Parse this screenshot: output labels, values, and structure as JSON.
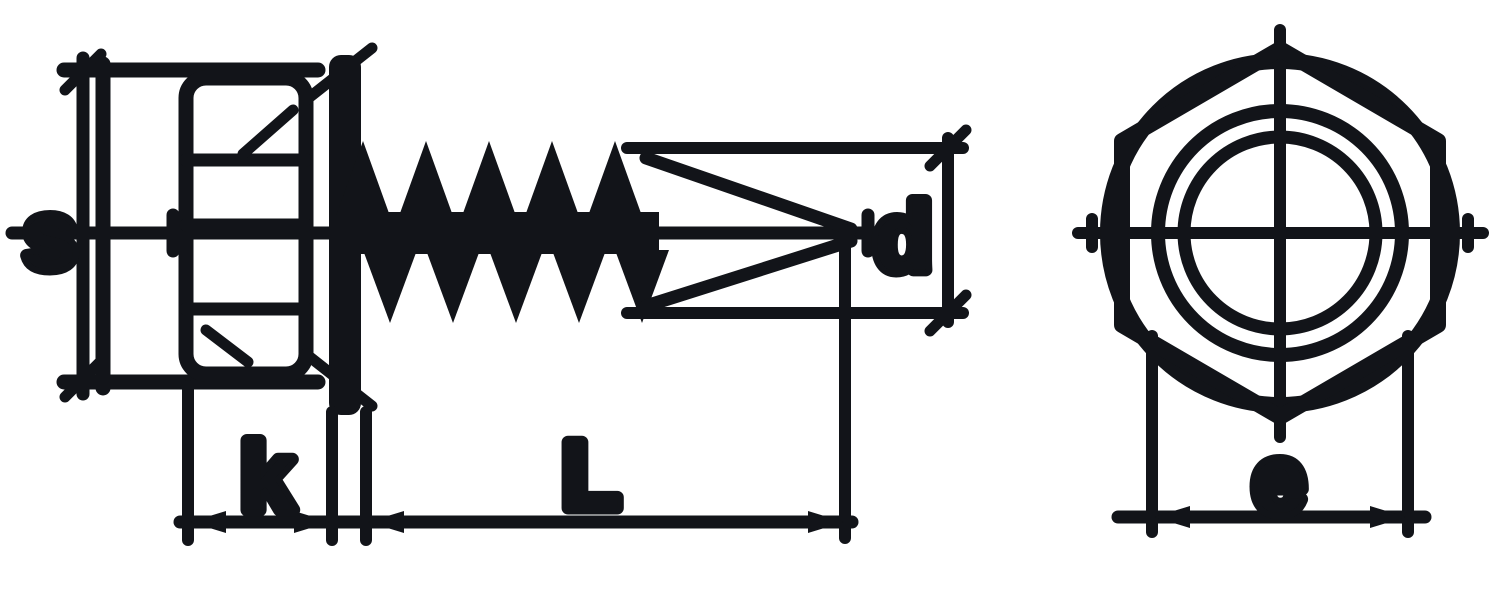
{
  "diagram": {
    "type": "technical-drawing",
    "subject": "hex head screw with threaded shank and gimlet point, side view and end view",
    "ink_color": "#121419",
    "background_color": "#ffffff"
  },
  "views": {
    "side_view": {
      "name": "side-view"
    },
    "end_view": {
      "name": "end-view"
    }
  },
  "dimension_labels": {
    "head_across": "s",
    "head_height": "k",
    "overall_length": "L",
    "thread_diameter": "d",
    "end_view_width": "e"
  }
}
